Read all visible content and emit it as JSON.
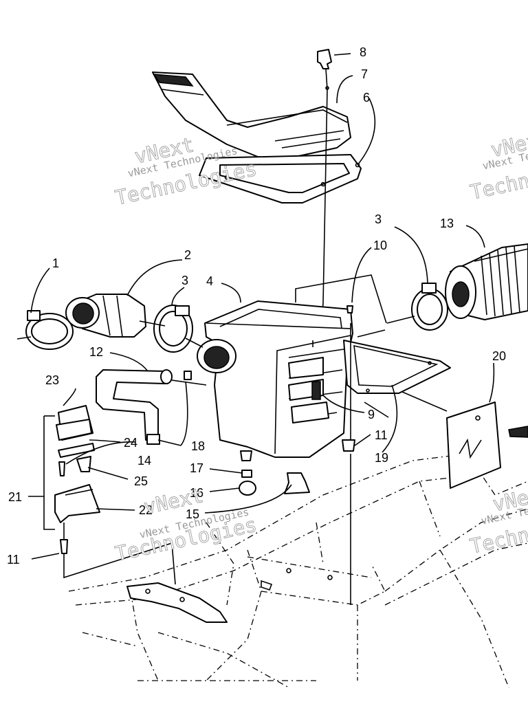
{
  "watermarks": [
    {
      "line1": "vNext",
      "line2": "vNext Technologies",
      "line3": "Technologies"
    },
    {
      "line1": "vNext",
      "line2": "vNext Technologies",
      "line3": "Technologies"
    },
    {
      "line1": "vNext",
      "line2": "vNext Technologies",
      "line3": "Technologies"
    },
    {
      "line1": "vNext",
      "line2": "vNext Technologies",
      "line3": "Technologies"
    }
  ],
  "callouts": [
    {
      "id": "1",
      "text": "1"
    },
    {
      "id": "2",
      "text": "2"
    },
    {
      "id": "3a",
      "text": "3"
    },
    {
      "id": "3b",
      "text": "3"
    },
    {
      "id": "4",
      "text": "4"
    },
    {
      "id": "6",
      "text": "6"
    },
    {
      "id": "7",
      "text": "7"
    },
    {
      "id": "8",
      "text": "8"
    },
    {
      "id": "9",
      "text": "9"
    },
    {
      "id": "10",
      "text": "10"
    },
    {
      "id": "11a",
      "text": "11"
    },
    {
      "id": "11b",
      "text": "11"
    },
    {
      "id": "12",
      "text": "12"
    },
    {
      "id": "13",
      "text": "13"
    },
    {
      "id": "14",
      "text": "14"
    },
    {
      "id": "15",
      "text": "15"
    },
    {
      "id": "16",
      "text": "16"
    },
    {
      "id": "17",
      "text": "17"
    },
    {
      "id": "18",
      "text": "18"
    },
    {
      "id": "19",
      "text": "19"
    },
    {
      "id": "20",
      "text": "20"
    },
    {
      "id": "21",
      "text": "21"
    },
    {
      "id": "22",
      "text": "22"
    },
    {
      "id": "23",
      "text": "23"
    },
    {
      "id": "24",
      "text": "24"
    },
    {
      "id": "25",
      "text": "25"
    }
  ]
}
